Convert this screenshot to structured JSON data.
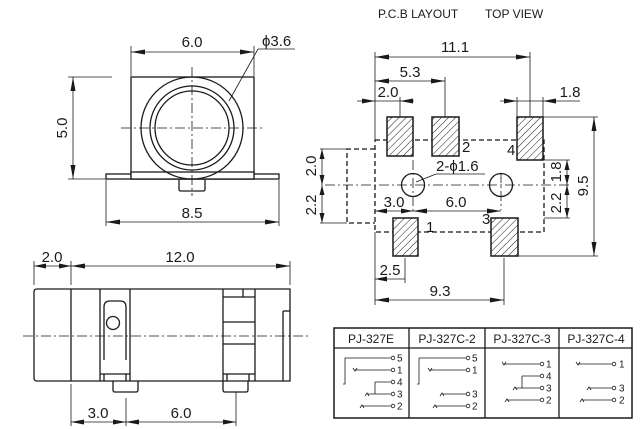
{
  "front_view": {
    "width_dim": "6.0",
    "diameter_dim": "ϕ3.6",
    "height_dim": "5.0",
    "flange_dim": "8.5"
  },
  "side_view": {
    "front_dim": "2.0",
    "length_dim": "12.0",
    "pin1_dim": "3.0",
    "pin_spacing_dim": "6.0"
  },
  "pcb_layout": {
    "title": "P.C.B LAYOUT",
    "subtitle": "TOP VIEW",
    "dims": {
      "overall_width": "11.1",
      "pad2_offset": "5.3",
      "pad_width_left": "2.0",
      "pad_width_right": "1.8",
      "overall_height": "9.5",
      "upper_offset": "1.8",
      "lower_offset": "2.2",
      "hole_offset": "3.0",
      "hole_spacing": "6.0",
      "holes": "2-ϕ1.6",
      "bottom_pad_offset": "2.5",
      "bottom_pad_span": "9.3",
      "left_upper": "2.0",
      "left_lower": "2.2"
    },
    "pad_labels": [
      "1",
      "2",
      "3",
      "4"
    ]
  },
  "variant_table": {
    "headers": [
      "PJ-327E",
      "PJ-327C-2",
      "PJ-327C-3",
      "PJ-327C-4"
    ],
    "pins": [
      [
        "5",
        "1",
        "4",
        "3",
        "2"
      ],
      [
        "5",
        "1",
        "3",
        "2"
      ],
      [
        "1",
        "4",
        "3",
        "2"
      ],
      [
        "1",
        "3",
        "2"
      ]
    ]
  }
}
